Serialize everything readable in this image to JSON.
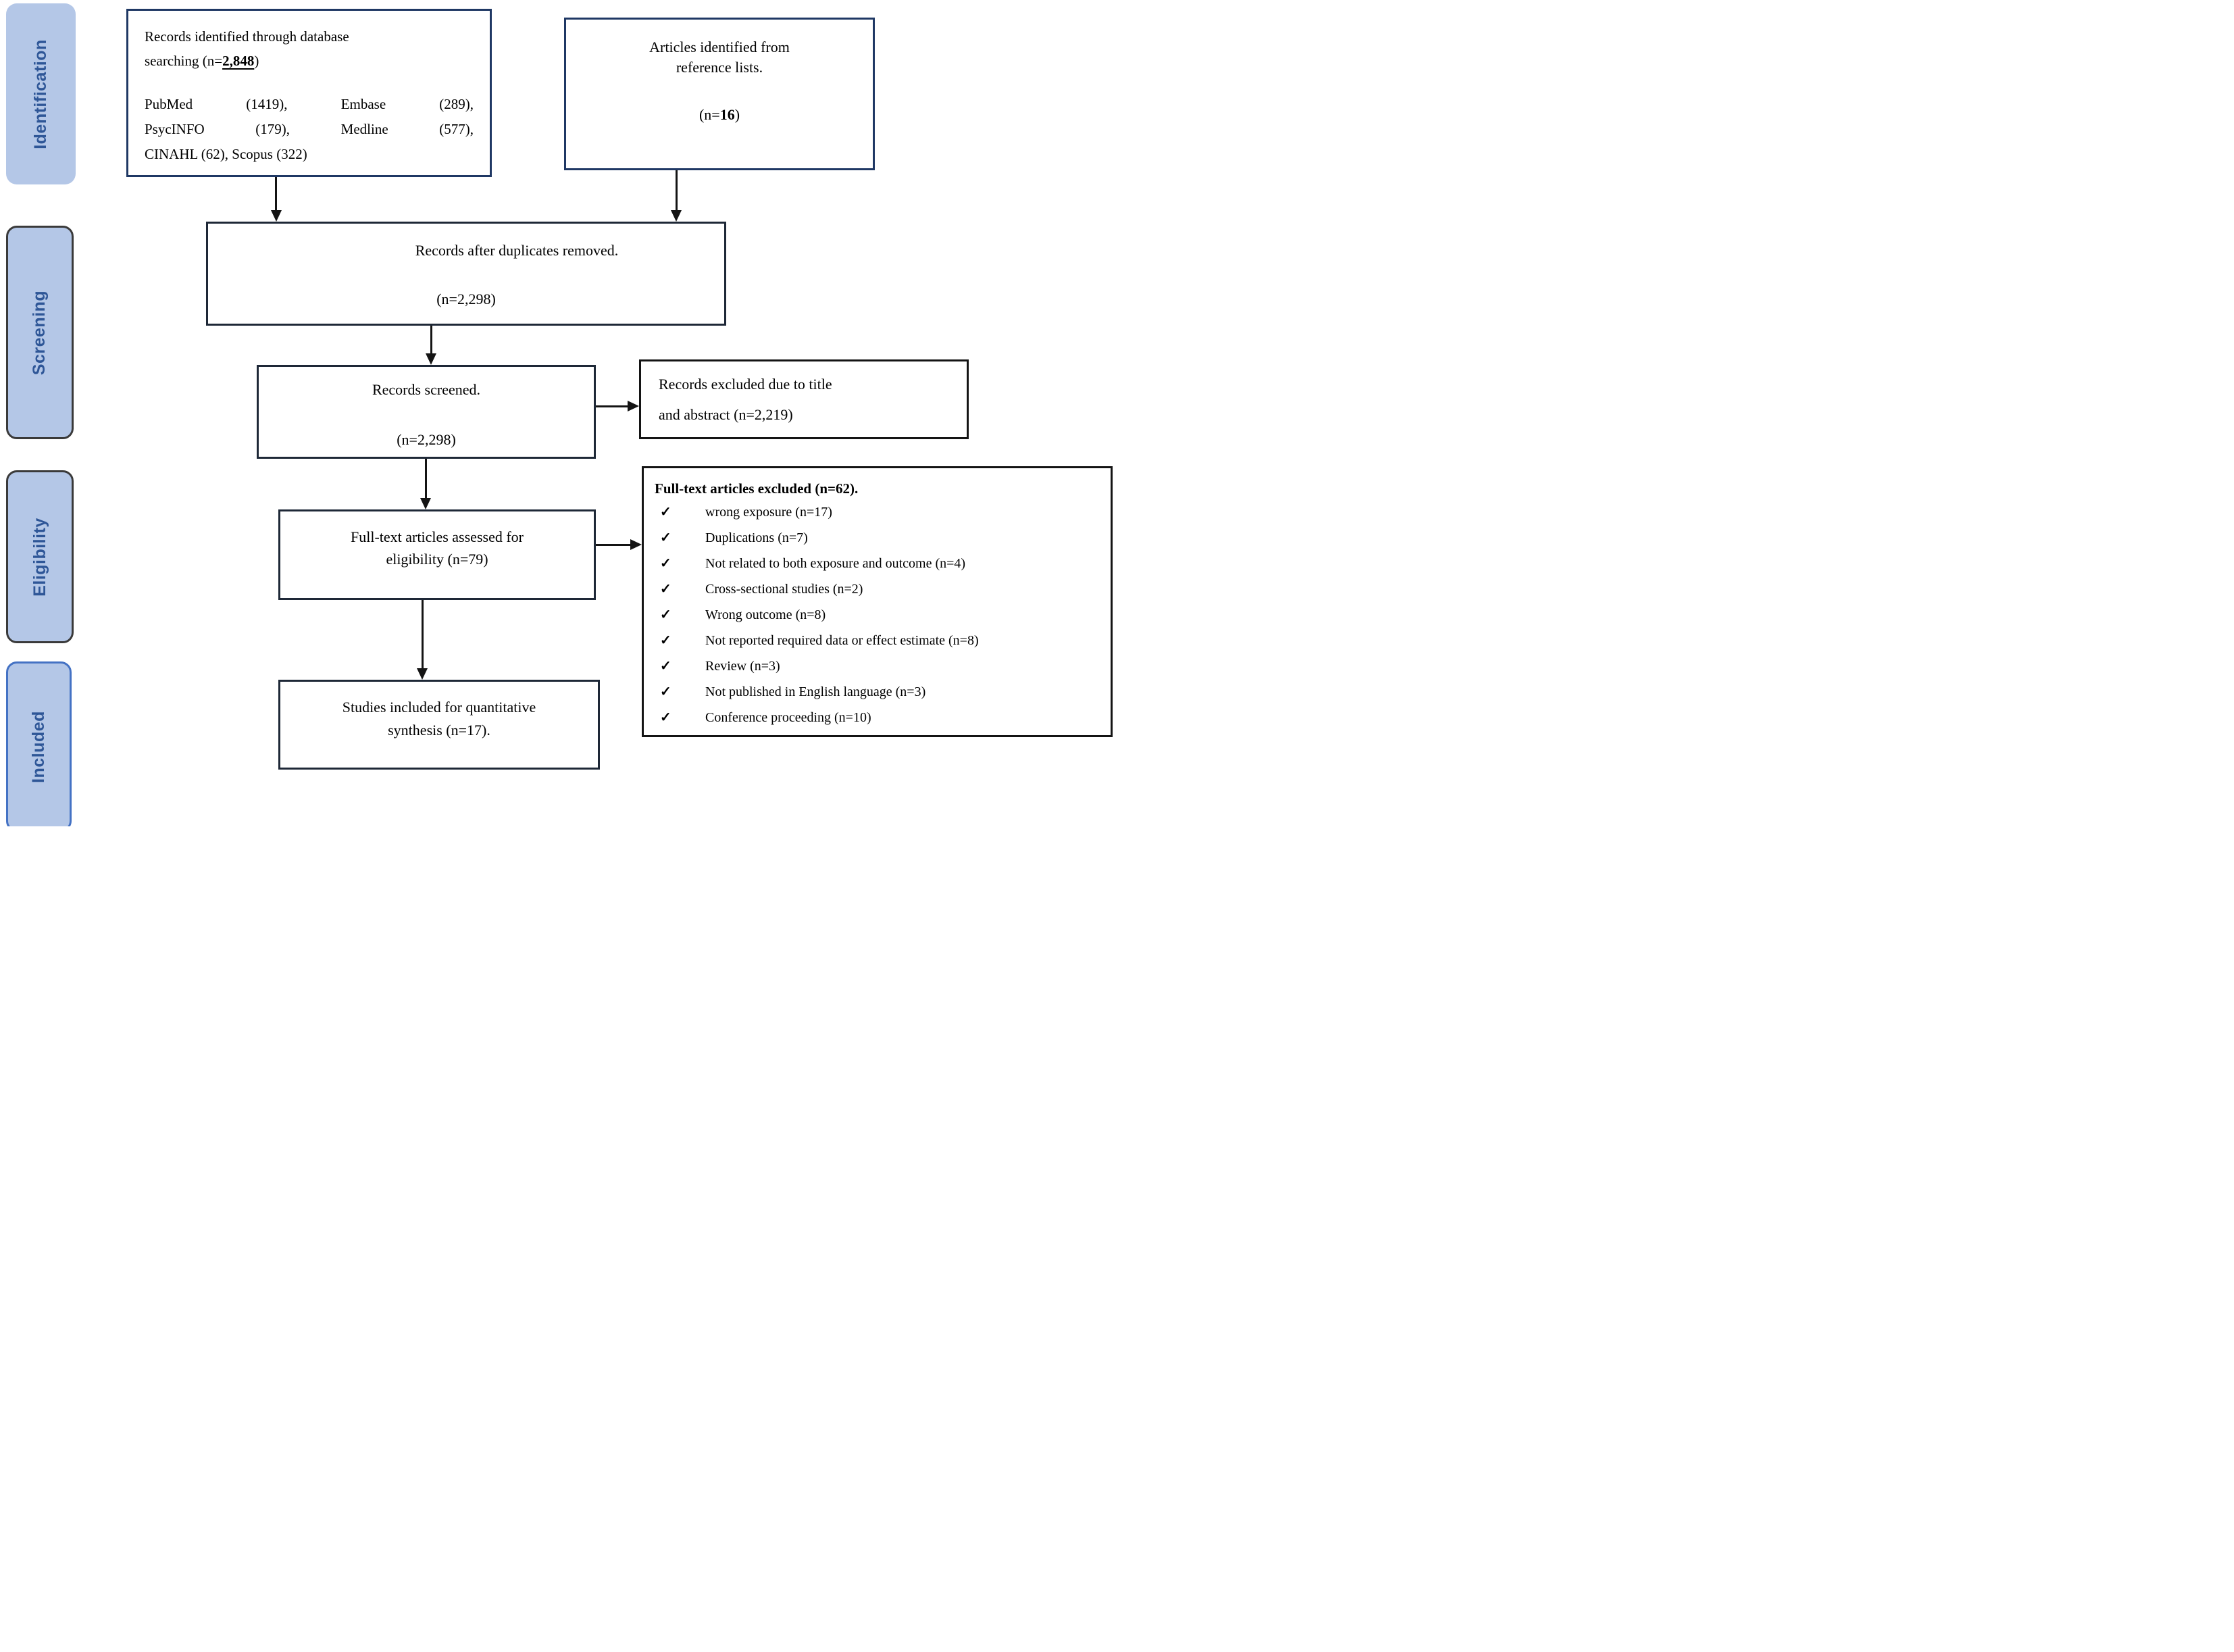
{
  "colors": {
    "label_fill": "#b4c7e7",
    "label_text": "#2e5697",
    "label_border_dark": "#3a3a3a",
    "label_border_blue": "#4472c4",
    "navy_border": "#1f3864",
    "dark_border": "#1e2837",
    "black_border": "#141414",
    "arrow": "#141414"
  },
  "sidebar": {
    "labels": [
      {
        "label": "Identification"
      },
      {
        "label": "Screening"
      },
      {
        "label": "Eligibility"
      },
      {
        "label": "Included"
      }
    ]
  },
  "boxes": {
    "identified": {
      "title_line1": "Records identified through database",
      "title_line2_pre": "searching (n=",
      "title_value": "2,848",
      "title_post": ")",
      "db_lines": [
        "PubMed (1419), Embase (289),",
        "PsycINFO (179), Medline (577),",
        "CINAHL (62), Scopus (322)"
      ]
    },
    "references": {
      "line1": "Articles identified from",
      "line2": "reference lists.",
      "n_pre": "(n=",
      "n_value": "16",
      "n_post": ")"
    },
    "duplicates": {
      "line1": "Records after duplicates removed.",
      "n": "(n=2,298)"
    },
    "screened": {
      "line1": "Records screened.",
      "n": "(n=2,298)"
    },
    "excluded_title_abstract": {
      "line1": "Records excluded due to title",
      "line2": "and abstract (n=2,219)"
    },
    "fulltext": {
      "line1": "Full-text articles assessed for",
      "line2": "eligibility (n=79)"
    },
    "fulltext_excluded": {
      "title": "Full-text articles excluded (n=62).",
      "check_glyph": "✓",
      "items": [
        "wrong exposure (n=17)",
        "Duplications (n=7)",
        "Not related to both exposure and outcome (n=4)",
        "Cross-sectional studies (n=2)",
        "Wrong outcome (n=8)",
        "Not reported required data or effect estimate (n=8)",
        "Review (n=3)",
        "Not published in English language (n=3)",
        "Conference proceeding (n=10)"
      ]
    },
    "included": {
      "line1": "Studies included for quantitative",
      "line2": "synthesis (n=17)."
    }
  }
}
